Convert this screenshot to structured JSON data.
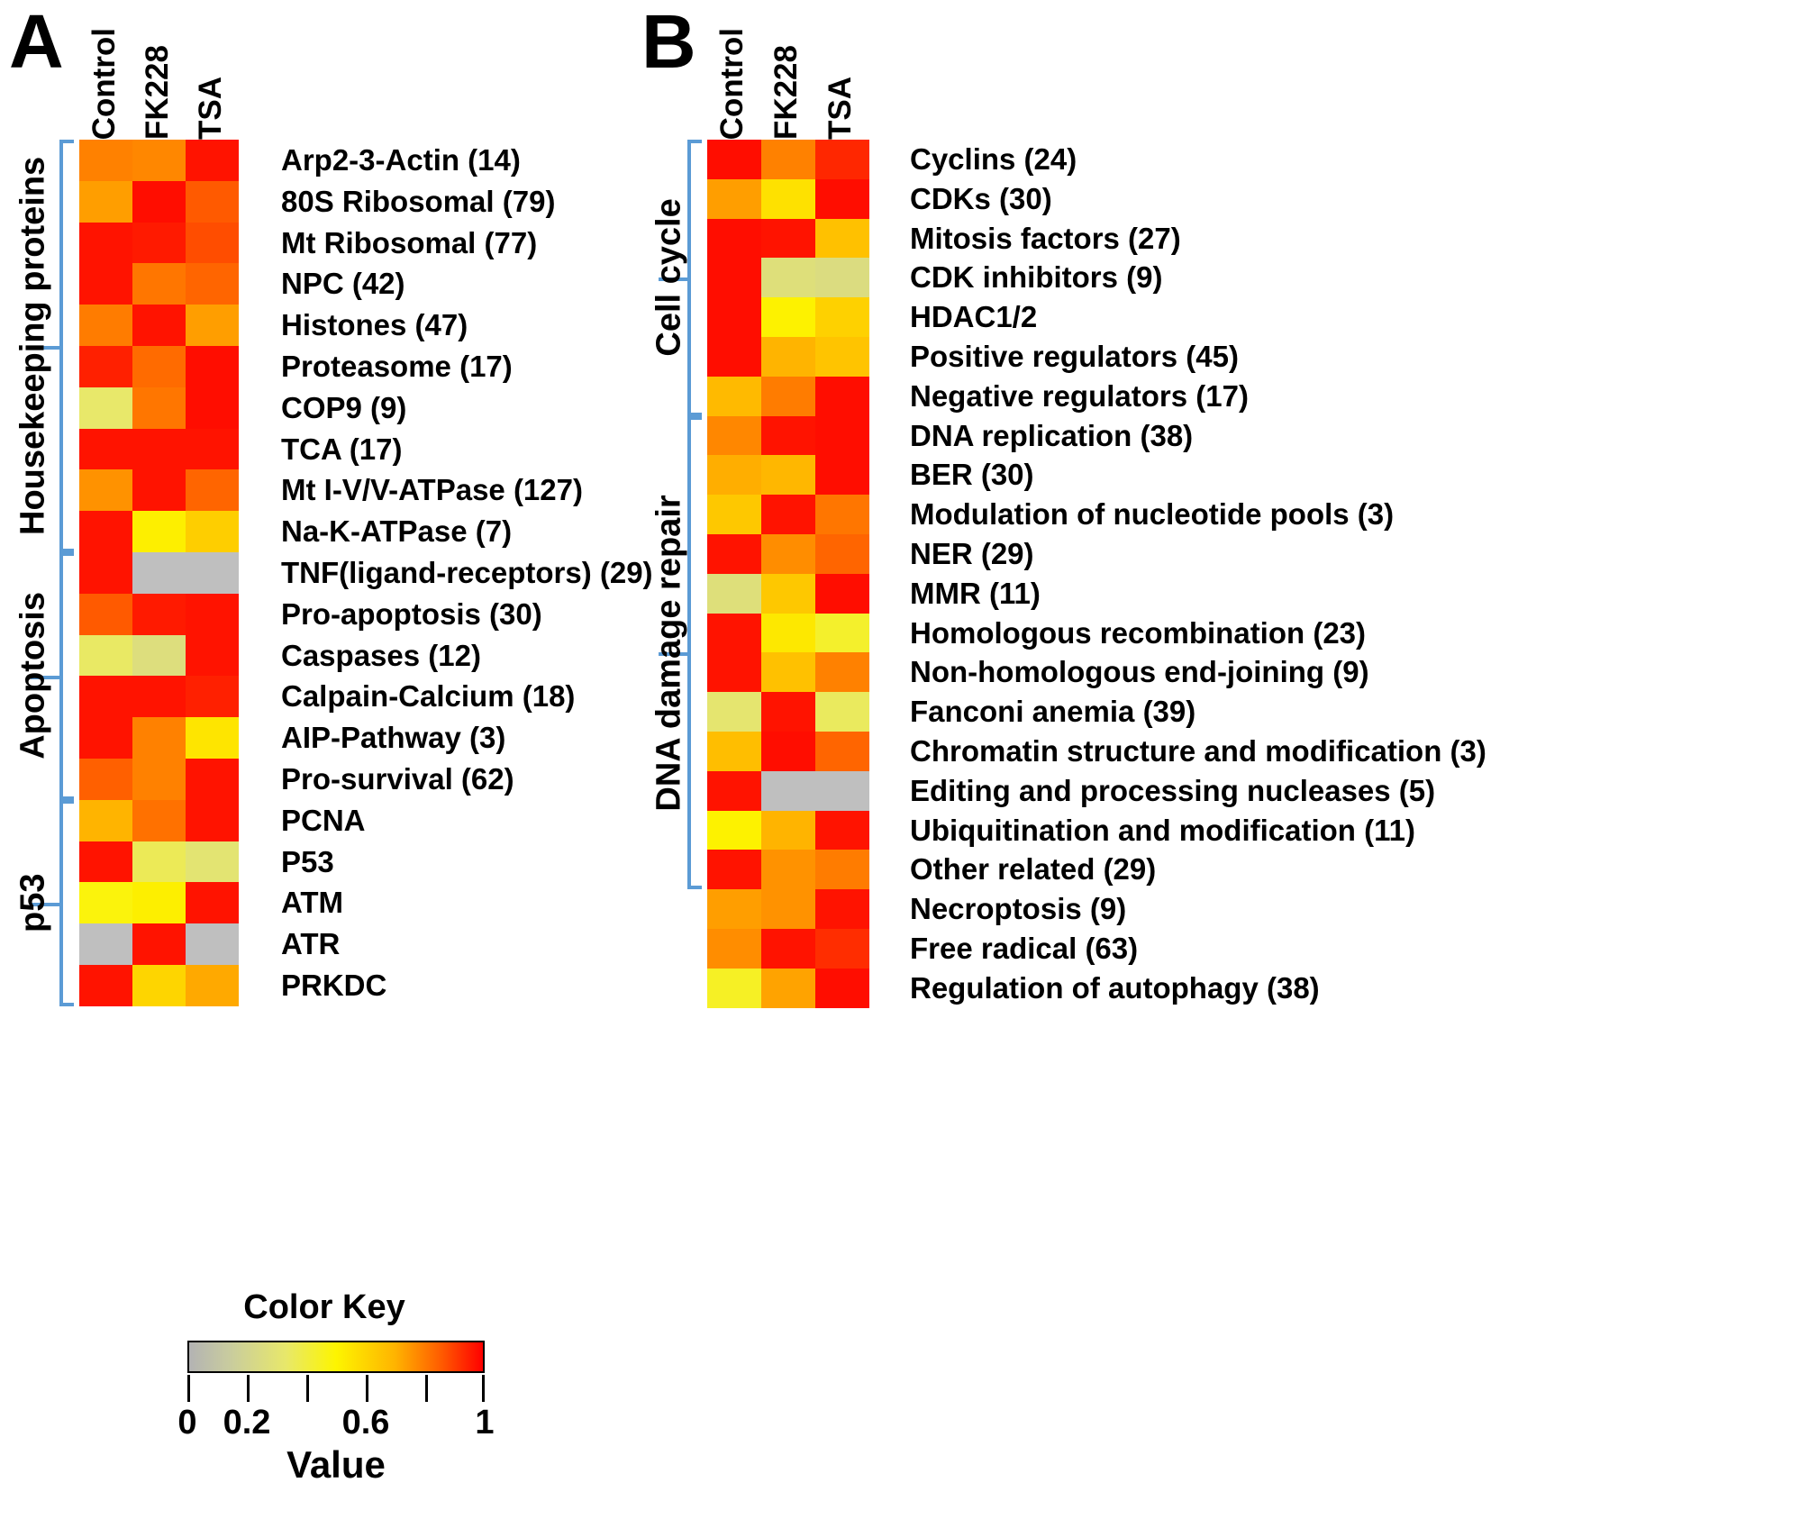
{
  "panels": [
    {
      "letter": "A",
      "columns": [
        "Control",
        "FK228",
        "TSA"
      ],
      "groups": [
        {
          "label": "Housekeeping proteins",
          "start": 0,
          "end": 10
        },
        {
          "label": "Apoptosis",
          "start": 10,
          "end": 16
        },
        {
          "label": "p53",
          "start": 16,
          "end": 21
        }
      ],
      "rows": [
        {
          "label": "Arp2-3-Actin (14)",
          "values": [
            0.79,
            0.78,
            0.97
          ]
        },
        {
          "label": "80S Ribosomal (79)",
          "values": [
            0.74,
            0.98,
            0.86
          ]
        },
        {
          "label": "Mt Ribosomal (77)",
          "values": [
            0.97,
            0.96,
            0.88
          ]
        },
        {
          "label": "NPC (42)",
          "values": [
            0.97,
            0.81,
            0.84
          ]
        },
        {
          "label": "Histones (47)",
          "values": [
            0.8,
            0.97,
            0.74
          ]
        },
        {
          "label": "Proteasome (17)",
          "values": [
            0.95,
            0.83,
            0.98
          ]
        },
        {
          "label": "COP9 (9)",
          "values": [
            0.33,
            0.81,
            0.98
          ]
        },
        {
          "label": "TCA (17)",
          "values": [
            0.97,
            0.97,
            0.97
          ]
        },
        {
          "label": "Mt I-V/V-ATPase (127)",
          "values": [
            0.76,
            0.97,
            0.84
          ]
        },
        {
          "label": "Na-K-ATPase (7)",
          "values": [
            0.97,
            0.52,
            0.62
          ]
        },
        {
          "label": "TNF(ligand-receptors) (29)",
          "values": [
            0.97,
            null,
            null
          ]
        },
        {
          "label": "Pro-apoptosis (30)",
          "values": [
            0.86,
            0.96,
            0.97
          ]
        },
        {
          "label": "Caspases (12)",
          "values": [
            0.34,
            0.26,
            0.97
          ]
        },
        {
          "label": "Calpain-Calcium  (18)",
          "values": [
            0.97,
            0.97,
            0.95
          ]
        },
        {
          "label": "AIP-Pathway (3)",
          "values": [
            0.97,
            0.79,
            0.55
          ]
        },
        {
          "label": "Pro-survival (62)",
          "values": [
            0.85,
            0.79,
            0.97
          ]
        },
        {
          "label": "PCNA",
          "values": [
            0.7,
            0.82,
            0.97
          ]
        },
        {
          "label": "P53",
          "values": [
            0.97,
            0.36,
            0.3
          ]
        },
        {
          "label": "ATM",
          "values": [
            0.48,
            0.52,
            0.97
          ]
        },
        {
          "label": "ATR",
          "values": [
            null,
            0.97,
            null
          ]
        },
        {
          "label": "PRKDC",
          "values": [
            0.97,
            0.6,
            0.72
          ]
        }
      ]
    },
    {
      "letter": "B",
      "columns": [
        "Control",
        "FK228",
        "TSA"
      ],
      "groups": [
        {
          "label": "Cell cycle",
          "start": 0,
          "end": 7
        },
        {
          "label": "DNA damage repair",
          "start": 7,
          "end": 19
        }
      ],
      "rows": [
        {
          "label": "Cyclins (24)",
          "values": [
            0.98,
            0.79,
            0.94
          ]
        },
        {
          "label": "CDKs (30)",
          "values": [
            0.74,
            0.56,
            0.98
          ]
        },
        {
          "label": "Mitosis factors (27)",
          "values": [
            0.98,
            0.97,
            0.66
          ]
        },
        {
          "label": "CDK inhibitors (9)",
          "values": [
            0.98,
            0.27,
            0.25
          ]
        },
        {
          "label": "HDAC1/2",
          "values": [
            0.98,
            0.51,
            0.61
          ]
        },
        {
          "label": "Positive regulators (45)",
          "values": [
            0.98,
            0.7,
            0.65
          ]
        },
        {
          "label": "Negative regulators (17)",
          "values": [
            0.68,
            0.8,
            0.98
          ]
        },
        {
          "label": "DNA  replication (38)",
          "values": [
            0.78,
            0.97,
            0.98
          ]
        },
        {
          "label": "BER (30)",
          "values": [
            0.71,
            0.69,
            0.98
          ]
        },
        {
          "label": "Modulation of nucleotide pools (3)",
          "values": [
            0.64,
            0.97,
            0.81
          ]
        },
        {
          "label": "NER (29)",
          "values": [
            0.97,
            0.77,
            0.84
          ]
        },
        {
          "label": "MMR (11)",
          "values": [
            0.27,
            0.64,
            0.98
          ]
        },
        {
          "label": "Homologous recombination (23)",
          "values": [
            0.97,
            0.54,
            0.43
          ]
        },
        {
          "label": "Non-homologous end-joining (9)",
          "values": [
            0.97,
            0.66,
            0.79
          ]
        },
        {
          "label": "Fanconi anemia (39)",
          "values": [
            0.31,
            0.97,
            0.35
          ]
        },
        {
          "label": "Chromatin structure and modification (3)",
          "values": [
            0.67,
            0.98,
            0.84
          ]
        },
        {
          "label": "Editing and processing nucleases (5)",
          "values": [
            0.97,
            null,
            null
          ]
        },
        {
          "label": "Ubiquitination and modification (11)",
          "values": [
            0.51,
            0.7,
            0.97
          ]
        },
        {
          "label": "Other related (29)",
          "values": [
            0.97,
            0.76,
            0.8
          ]
        },
        {
          "label": "Necroptosis (9)",
          "values": [
            0.74,
            0.76,
            0.97
          ]
        },
        {
          "label": "Free radical (63)",
          "values": [
            0.77,
            0.97,
            0.93
          ]
        },
        {
          "label": "Regulation of autophagy (38)",
          "values": [
            0.44,
            0.73,
            0.98
          ]
        }
      ]
    }
  ],
  "color_key": {
    "title": "Color Key",
    "axis_label": "Value",
    "ticks": [
      {
        "value": 0,
        "label": "0"
      },
      {
        "value": 0.2,
        "label": "0.2"
      },
      {
        "value": 0.4,
        "label": ""
      },
      {
        "value": 0.6,
        "label": "0.6"
      },
      {
        "value": 0.8,
        "label": ""
      },
      {
        "value": 1,
        "label": "1"
      }
    ],
    "range": [
      0,
      1
    ],
    "gradient_stops": [
      "#b3b3b3",
      "#c9cc9e",
      "#e8e86a",
      "#fdf500",
      "#ffb400",
      "#ff5a00",
      "#ff0000"
    ],
    "na_color": "#bfbfbf"
  },
  "chart_data": {
    "type": "heatmap",
    "title": "",
    "xlabel": "",
    "ylabel": "",
    "columns": [
      "Control",
      "FK228",
      "TSA"
    ],
    "zlim": [
      0,
      1
    ],
    "legend_position": "bottom",
    "grid": false
  }
}
